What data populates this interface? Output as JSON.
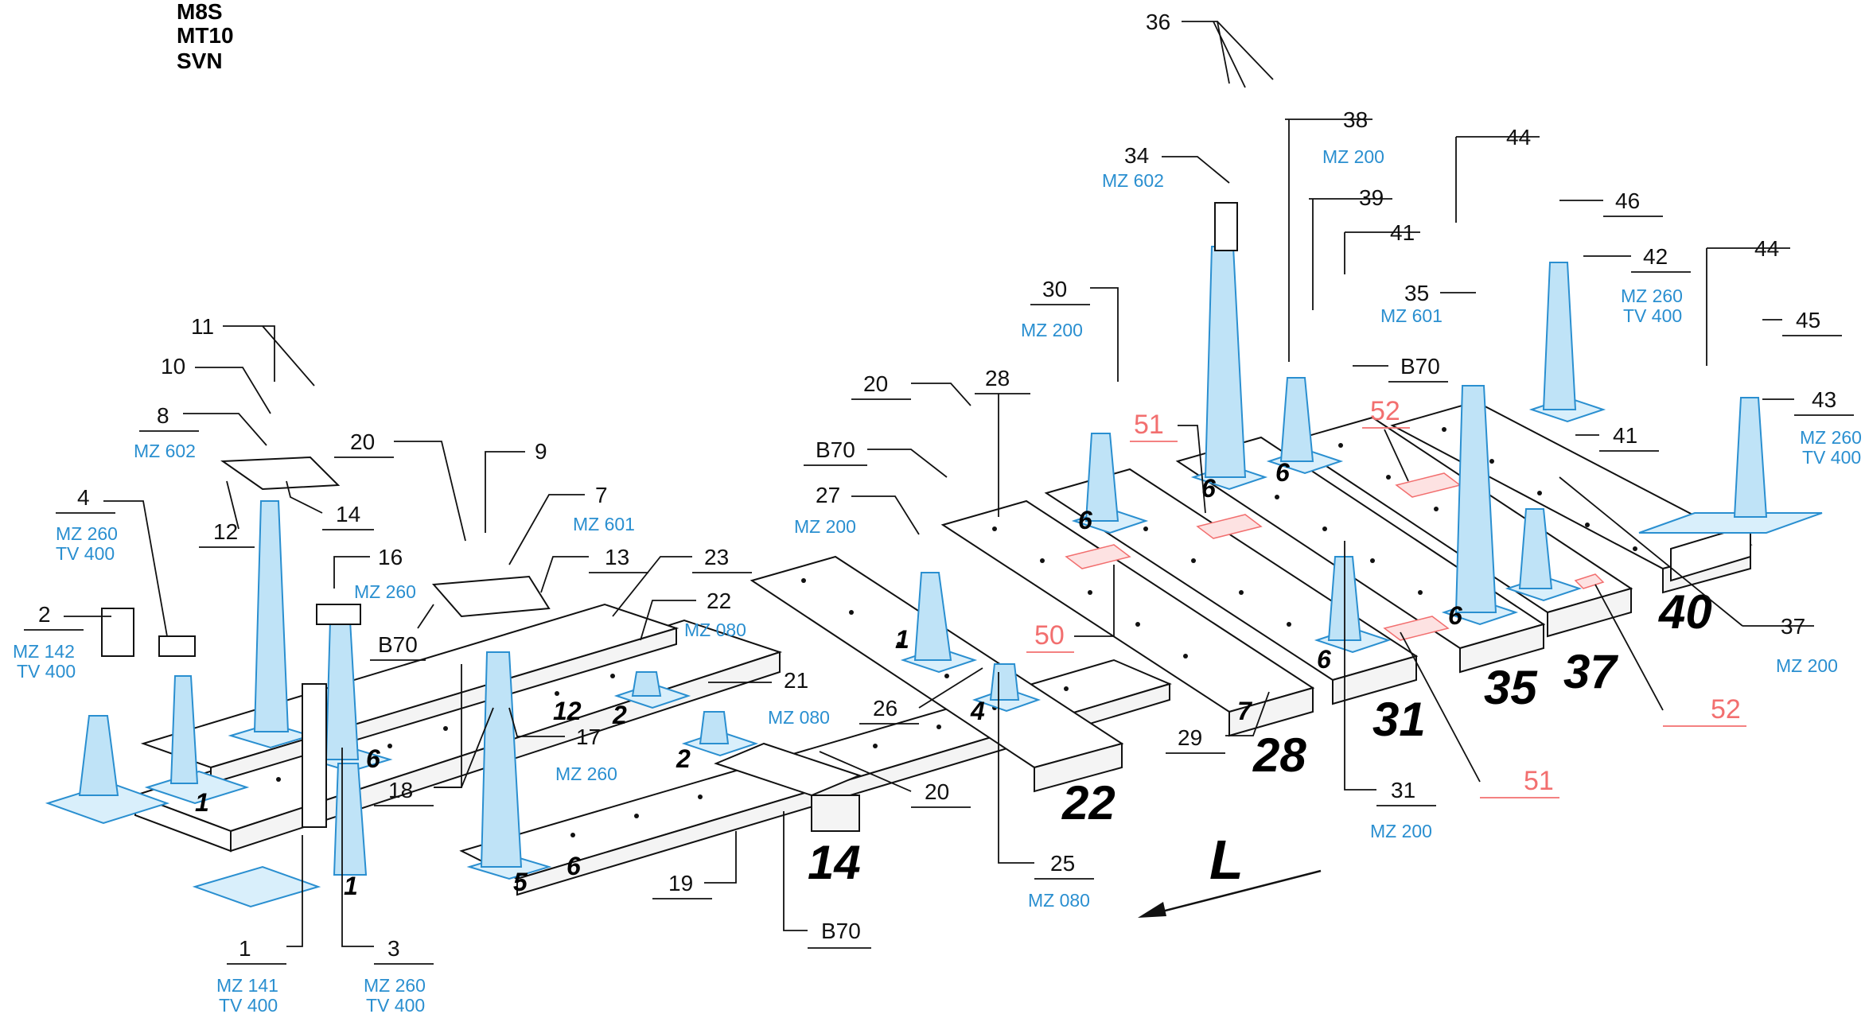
{
  "models": [
    "M8S",
    "MT10",
    "SVN"
  ],
  "callouts": [
    {
      "id": "c1",
      "number": "1",
      "code": [
        "MZ 141",
        "TV 400"
      ]
    },
    {
      "id": "c2",
      "number": "2",
      "code": [
        "MZ 142",
        "TV 400"
      ]
    },
    {
      "id": "c3",
      "number": "3",
      "code": [
        "MZ 260",
        "TV 400"
      ]
    },
    {
      "id": "c4",
      "number": "4",
      "code": [
        "MZ 260",
        "TV 400"
      ]
    },
    {
      "id": "c8",
      "number": "8",
      "code": [
        "MZ 602"
      ]
    },
    {
      "id": "c10",
      "number": "10",
      "code": []
    },
    {
      "id": "c11",
      "number": "11",
      "code": []
    },
    {
      "id": "c12",
      "number": "12",
      "code": []
    },
    {
      "id": "c14",
      "number": "14",
      "code": []
    },
    {
      "id": "c20a",
      "number": "20",
      "code": []
    },
    {
      "id": "c9",
      "number": "9",
      "code": []
    },
    {
      "id": "c7",
      "number": "7",
      "code": [
        "MZ 601"
      ]
    },
    {
      "id": "c13",
      "number": "13",
      "code": []
    },
    {
      "id": "c16",
      "number": "16",
      "code": [
        "MZ 260"
      ]
    },
    {
      "id": "cB70a",
      "number": "B70",
      "code": []
    },
    {
      "id": "c17",
      "number": "17",
      "code": [
        "MZ 260"
      ]
    },
    {
      "id": "c18",
      "number": "18",
      "code": []
    },
    {
      "id": "c19",
      "number": "19",
      "code": []
    },
    {
      "id": "cB70b",
      "number": "B70",
      "code": []
    },
    {
      "id": "c20b",
      "number": "20",
      "code": []
    },
    {
      "id": "c21",
      "number": "21",
      "code": [
        "MZ 080"
      ]
    },
    {
      "id": "c22",
      "number": "22",
      "code": [
        "MZ 080"
      ]
    },
    {
      "id": "c23",
      "number": "23",
      "code": []
    },
    {
      "id": "c25",
      "number": "25",
      "code": [
        "MZ 080"
      ]
    },
    {
      "id": "c26",
      "number": "26",
      "code": []
    },
    {
      "id": "c27",
      "number": "27",
      "code": [
        "MZ 200"
      ]
    },
    {
      "id": "cB70c",
      "number": "B70",
      "code": []
    },
    {
      "id": "c20c",
      "number": "20",
      "code": []
    },
    {
      "id": "c28",
      "number": "28",
      "code": []
    },
    {
      "id": "c29",
      "number": "29",
      "code": []
    },
    {
      "id": "c30",
      "number": "30",
      "code": [
        "MZ 200"
      ]
    },
    {
      "id": "c31",
      "number": "31",
      "code": [
        "MZ 200"
      ]
    },
    {
      "id": "c34",
      "number": "34",
      "code": [
        "MZ 602"
      ]
    },
    {
      "id": "c36",
      "number": "36",
      "code": []
    },
    {
      "id": "c38",
      "number": "38",
      "code": [
        "MZ 200"
      ]
    },
    {
      "id": "c39",
      "number": "39",
      "code": []
    },
    {
      "id": "c41a",
      "number": "41",
      "code": []
    },
    {
      "id": "cB70d",
      "number": "B70",
      "code": []
    },
    {
      "id": "c35",
      "number": "35",
      "code": [
        "MZ 601"
      ]
    },
    {
      "id": "c44a",
      "number": "44",
      "code": []
    },
    {
      "id": "c46",
      "number": "46",
      "code": []
    },
    {
      "id": "c42",
      "number": "42",
      "code": [
        "MZ 260",
        "TV 400"
      ]
    },
    {
      "id": "c44b",
      "number": "44",
      "code": []
    },
    {
      "id": "c45",
      "number": "45",
      "code": []
    },
    {
      "id": "c43",
      "number": "43",
      "code": [
        "MZ 260",
        "TV 400"
      ]
    },
    {
      "id": "c41b",
      "number": "41",
      "code": []
    },
    {
      "id": "c37",
      "number": "37",
      "code": [
        "MZ 200"
      ]
    }
  ],
  "red_callouts": [
    "51",
    "52",
    "50",
    "51",
    "52"
  ],
  "beam_numbers": [
    "14",
    "22",
    "28",
    "31",
    "35",
    "37",
    "40"
  ],
  "small_beam_marks": [
    "1",
    "5",
    "6",
    "6",
    "1",
    "12",
    "2",
    "2",
    "1",
    "4",
    "6",
    "6",
    "6",
    "6",
    "6",
    "7"
  ],
  "direction_letter": "L",
  "colors": {
    "stand": "#bfe3f7",
    "stand_outline": "#2a8fd0",
    "accent_red": "#f26f6f",
    "line": "#111111"
  }
}
